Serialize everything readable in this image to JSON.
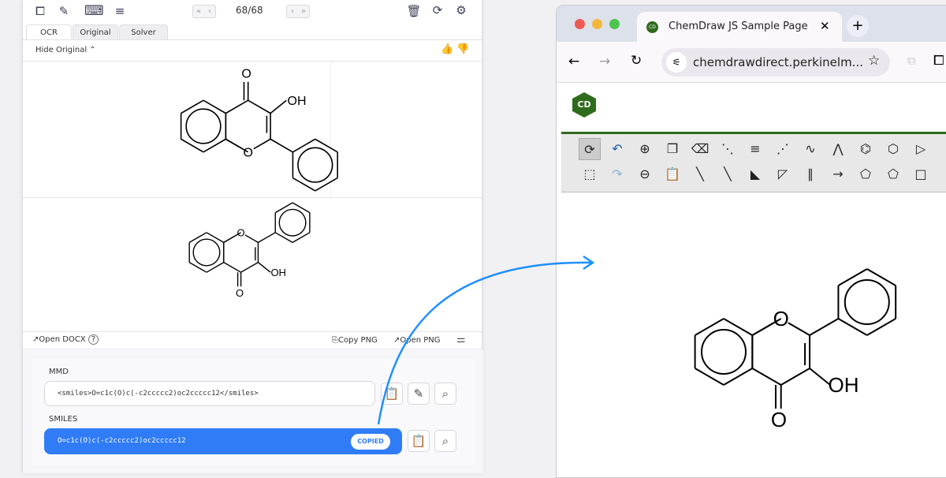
{
  "left_panel": {
    "toolbar": {
      "icons": [
        "crop-screen-icon",
        "pen-icon",
        "keyboard-icon",
        "text-lines-icon"
      ],
      "page_counter": "68/68",
      "right_icons": [
        "trash-icon",
        "refresh-icon",
        "gear-icon"
      ]
    },
    "tabs": [
      {
        "label": "OCR",
        "active": true
      },
      {
        "label": "Original"
      },
      {
        "label": "Solver"
      }
    ],
    "hide_original": "Hide Original",
    "molecule_labels": {
      "oxygen": "O",
      "hydroxyl": "OH"
    },
    "actions": {
      "open_docx": "Open DOCX",
      "copy_png": "Copy PNG",
      "open_png": "Open PNG"
    },
    "mmd": {
      "label": "MMD",
      "value": "<smiles>O=c1c(O)c(-c2ccccc2)oc2ccccc12</smiles>"
    },
    "smiles": {
      "label": "SMILES",
      "value": "O=c1c(O)c(-c2ccccc2)oc2ccccc12",
      "badge": "COPIED"
    },
    "accent": "#2f7cf6"
  },
  "browser": {
    "tab_title": "ChemDraw JS Sample Page",
    "url": "chemdrawdirect.perkinelm...",
    "logo": "CD",
    "toolbar_row1": [
      "lasso-icon",
      "undo-icon",
      "zoom-in-icon",
      "copy-icon",
      "eraser-icon",
      "dashed-bond-icon",
      "hashed-bond-icon",
      "hashed-wedge-icon",
      "wavy-bond-icon",
      "chain-icon",
      "benzene-icon",
      "hexagon-icon",
      "triangle-icon"
    ],
    "toolbar_row2": [
      "marquee-icon",
      "redo-icon",
      "zoom-out-icon",
      "paste-icon",
      "single-bond-icon",
      "bold-bond-icon",
      "wedge-bond-icon",
      "hollow-wedge-icon",
      "double-bond-icon",
      "arrow-icon",
      "cyclopentadiene-icon",
      "pentagon-icon",
      "square-icon"
    ],
    "arrow_color": "#1e90ff"
  }
}
